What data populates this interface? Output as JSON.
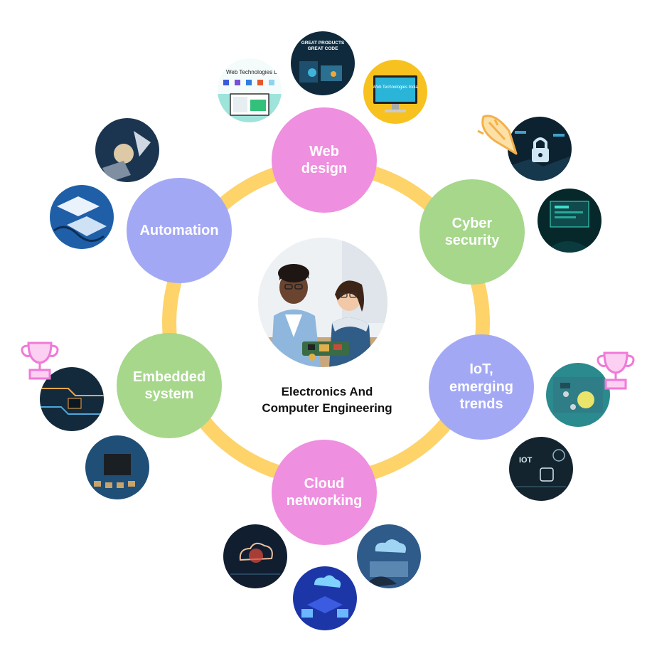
{
  "center": {
    "title": "Electronics And\nComputer Engineering"
  },
  "topics": {
    "web_design": "Web\ndesign",
    "cyber_security": "Cyber\nsecurity",
    "iot": "IoT,\nemerging\ntrends",
    "cloud": "Cloud\nnetworking",
    "embedded": "Embedded\nsystem",
    "automation": "Automation"
  },
  "thumb_text": {
    "web_tech_ltd": "Web Technologies Lt.",
    "great_products": "GREAT PRODUCTS",
    "great_code": "GREAT CODE",
    "web_tech_india": "Web Technologies India",
    "iot_label": "IOT"
  },
  "colors": {
    "ring": "#fdd36a",
    "pink": "#ef8fdf",
    "green": "#a6d78b",
    "blue": "#a3a8f5",
    "award": "#f07ad8"
  }
}
